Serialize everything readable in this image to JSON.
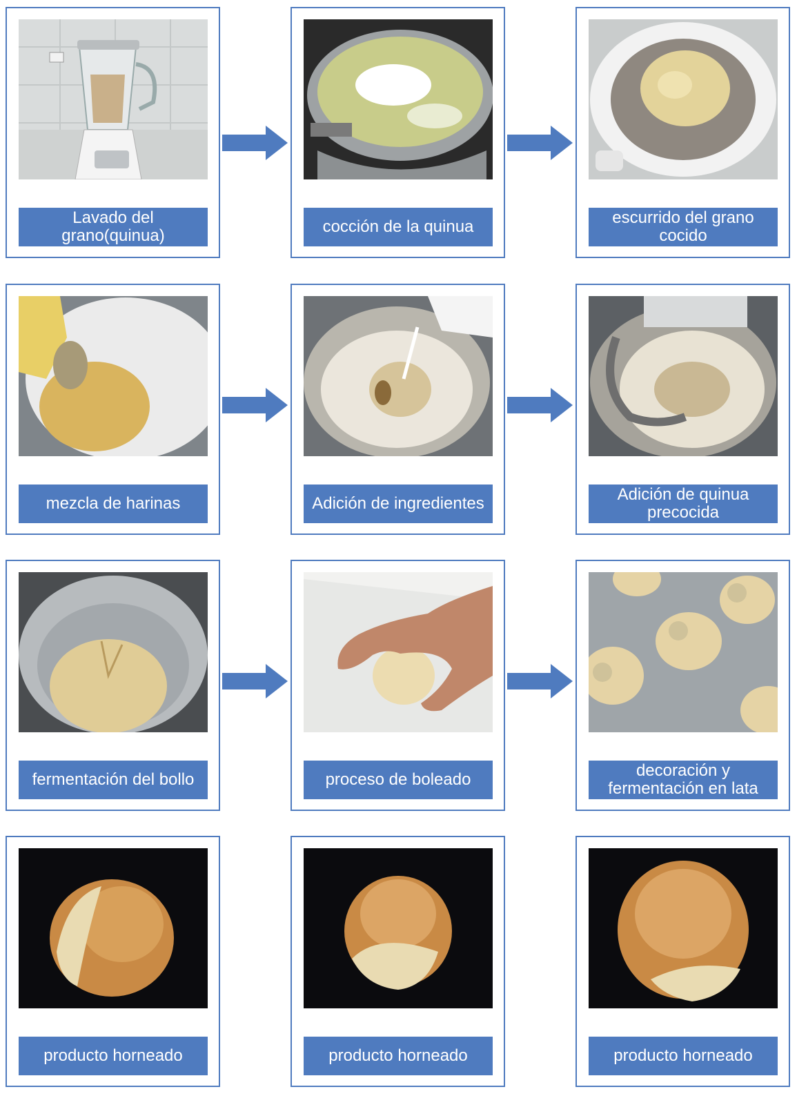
{
  "steps": [
    {
      "label": "Lavado del grano(quinua)",
      "photo": "blender-with-quinoa"
    },
    {
      "label": "cocción de la quinua",
      "photo": "pot-boiling-quinoa"
    },
    {
      "label": "escurrido del grano cocido",
      "photo": "strainer-with-cooked-quinoa"
    },
    {
      "label": "mezcla de harinas",
      "photo": "bowl-of-mixed-flours"
    },
    {
      "label": "Adición de ingredientes",
      "photo": "adding-ingredients-to-flour"
    },
    {
      "label": "Adición de quinua precocida",
      "photo": "mixer-hook-in-dough"
    },
    {
      "label": "fermentación  del bollo",
      "photo": "dough-ball-in-bowl"
    },
    {
      "label": "proceso de boleado",
      "photo": "hand-rolling-dough"
    },
    {
      "label": "decoración y fermentación en lata",
      "photo": "quinoa-topped-rolls-on-tray"
    },
    {
      "label": "producto horneado",
      "photo": "baked-bread-roll"
    },
    {
      "label": "producto horneado",
      "photo": "baked-bread-roll"
    },
    {
      "label": "producto horneado",
      "photo": "baked-bread-roll"
    }
  ],
  "colors": {
    "accent": "#4f7bbf",
    "arrow": "#4f7bbf",
    "label_text": "#ffffff"
  },
  "arrow_icon": "right-arrow-icon"
}
